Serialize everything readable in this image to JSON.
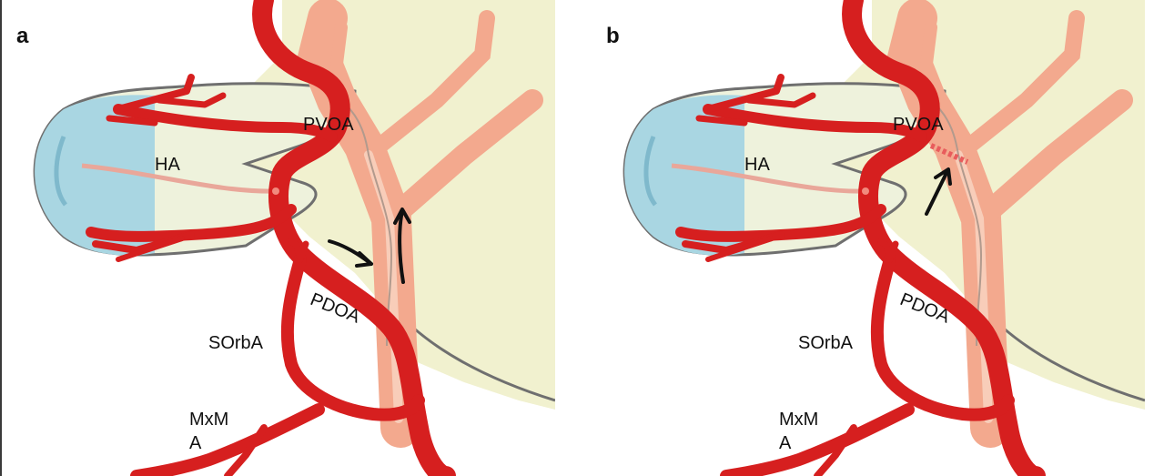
{
  "panels": [
    {
      "letter": "a",
      "labels": {
        "ha": "HA",
        "pvoa": "PVOA",
        "pdoa": "PDOA",
        "sorba": "SOrbA",
        "mxma": "MxM A"
      }
    },
    {
      "letter": "b",
      "labels": {
        "ha": "HA",
        "pvoa": "PVOA",
        "pdoa": "PDOA",
        "sorba": "SOrbA",
        "mxma": "MxM A"
      }
    }
  ],
  "colors": {
    "artery": "#d61f1f",
    "vein": "#f3a98e",
    "vein_core": "#f8cdb9",
    "background_tissue": "#f1f1cf",
    "bulb": "#a9d6e2",
    "outline": "#6f6f6f",
    "arrow": "#111111"
  }
}
